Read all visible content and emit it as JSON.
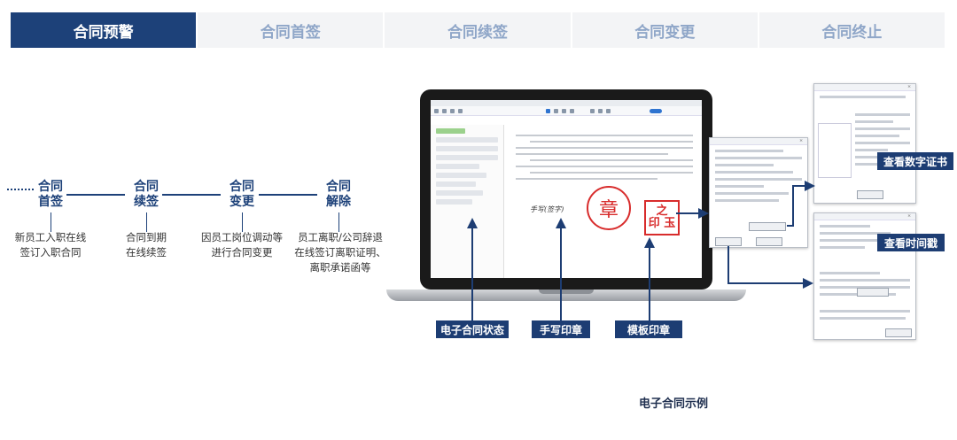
{
  "tabs": [
    {
      "label": "合同预警",
      "active": true
    },
    {
      "label": "合同首签",
      "active": false
    },
    {
      "label": "合同续签",
      "active": false
    },
    {
      "label": "合同变更",
      "active": false
    },
    {
      "label": "合同终止",
      "active": false
    }
  ],
  "timeline": {
    "nodes": [
      {
        "line1": "合同",
        "line2": "首签",
        "desc": [
          "新员工入职在线",
          "签订入职合同"
        ]
      },
      {
        "line1": "合同",
        "line2": "续签",
        "desc": [
          "合同到期",
          "在线续签"
        ]
      },
      {
        "line1": "合同",
        "line2": "变更",
        "desc": [
          "因员工岗位调动等",
          "进行合同变更"
        ]
      },
      {
        "line1": "合同",
        "line2": "解除",
        "desc": [
          "员工离职/公司辞退",
          "在线签订离职证明、",
          "离职承诺函等"
        ]
      }
    ]
  },
  "labels": {
    "contract_status": "电子合同状态",
    "handwritten_seal": "手写印章",
    "template_seal": "模板印章",
    "view_certificate": "查看数字证书",
    "view_timestamp": "查看时间戳"
  },
  "seal_text": "章",
  "template_seal_text": "之\n印 玉",
  "signature_text": "手写(签字)",
  "caption": "电子合同示例",
  "colors": {
    "brand": "#1d4179",
    "seal": "#d82c2c",
    "tab_inactive": "#f3f4f6",
    "tab_inactive_text": "#8fa6c8"
  }
}
